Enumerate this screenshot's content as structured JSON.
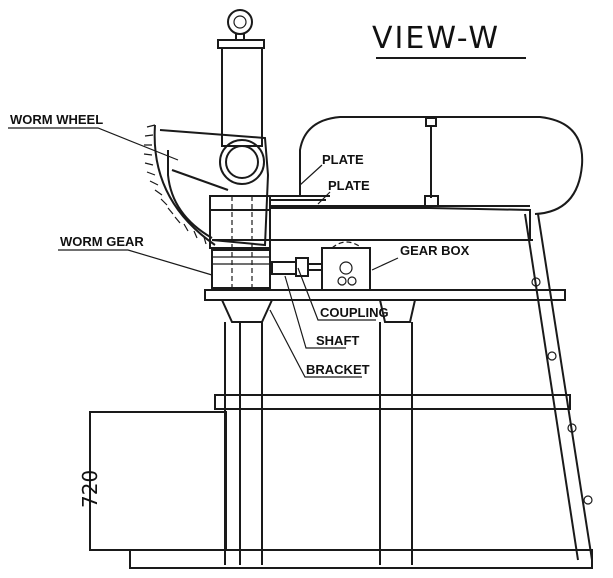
{
  "title": "VIEW-W",
  "labels": {
    "worm_wheel": "WORM WHEEL",
    "worm_gear": "WORM GEAR",
    "plate_1": "PLATE",
    "plate_2": "PLATE",
    "gear_box": "GEAR BOX",
    "coupling": "COUPLING",
    "shaft": "SHAFT",
    "bracket": "BRACKET"
  },
  "dimension": "720"
}
